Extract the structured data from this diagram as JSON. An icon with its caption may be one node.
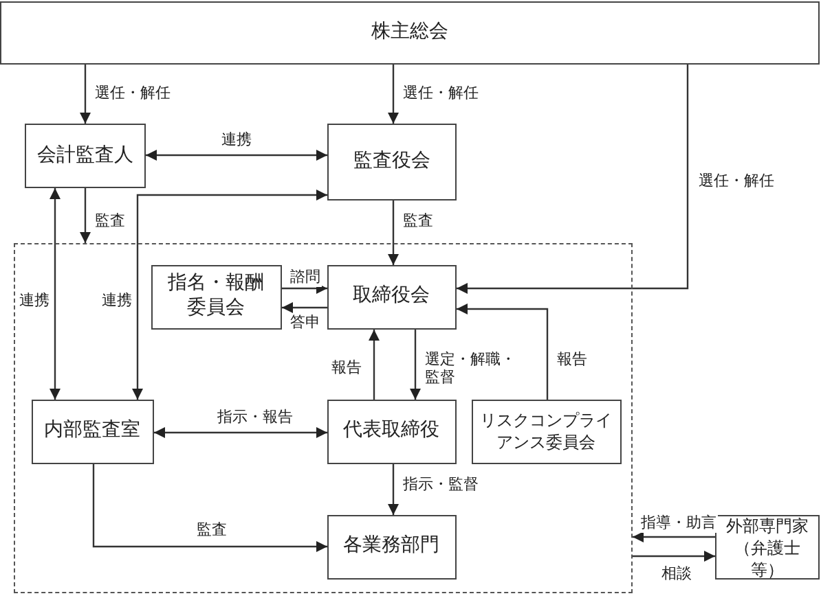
{
  "diagram": {
    "nodes": [
      {
        "text": [
          "株主総会"
        ]
      },
      {
        "text": [
          "会計監査人"
        ]
      },
      {
        "text": [
          "監査役会"
        ]
      },
      {
        "text": [],
        "shape": "box"
      },
      {
        "text": [
          "指名・報酬委員会"
        ],
        "in": 3
      },
      {
        "text": [
          "取締役会"
        ],
        "in": 3
      },
      {
        "text": [
          "内部監査室"
        ],
        "in": 3
      },
      {
        "text": [
          "代表取締役"
        ],
        "in": 3
      },
      {
        "text": [
          "リスクコンプライアンス委員会"
        ],
        "in": 3
      },
      {
        "text": [
          "各業務部門"
        ],
        "in": 3
      },
      {
        "text": [
          "外部専門家（弁護士等）"
        ]
      }
    ],
    "edges": [
      {
        "from": 0,
        "to": 1,
        "arrow": "to",
        "label": "選任・解任"
      },
      {
        "from": 0,
        "to": 2,
        "arrow": "to",
        "label": "選任・解任"
      },
      {
        "from": 0,
        "to": 5,
        "arrow": "to",
        "label": "選任・解任"
      },
      {
        "from": 1,
        "to": 2,
        "arrow": "both",
        "label": "連携"
      },
      {
        "from": 1,
        "to": 3,
        "arrow": "to",
        "label": "監査"
      },
      {
        "from": 1,
        "to": 6,
        "arrow": "both",
        "label": "連携"
      },
      {
        "from": 2,
        "to": 6,
        "arrow": "both",
        "label": "連携"
      },
      {
        "from": 2,
        "to": 5,
        "arrow": "to",
        "label": "監査"
      },
      {
        "from": 4,
        "to": 5,
        "arrow": "to",
        "label": "諮問"
      },
      {
        "from": 5,
        "to": 4,
        "arrow": "to",
        "label": "答申"
      },
      {
        "from": 5,
        "to": 7,
        "arrow": "to",
        "label": "選定・解職・監督"
      },
      {
        "from": 7,
        "to": 5,
        "arrow": "to",
        "label": "報告"
      },
      {
        "from": 6,
        "to": 7,
        "arrow": "both",
        "label": "指示・報告"
      },
      {
        "from": 7,
        "to": 9,
        "arrow": "to",
        "label": "指示・監督"
      },
      {
        "from": 6,
        "to": 9,
        "arrow": "to",
        "label": "監査"
      },
      {
        "from": 8,
        "to": 5,
        "arrow": "to",
        "label": "報告"
      },
      {
        "from": 10,
        "to": 3,
        "arrow": "to",
        "label": "指導・助言"
      },
      {
        "from": 3,
        "to": 10,
        "arrow": "to",
        "label": "相談"
      }
    ]
  }
}
